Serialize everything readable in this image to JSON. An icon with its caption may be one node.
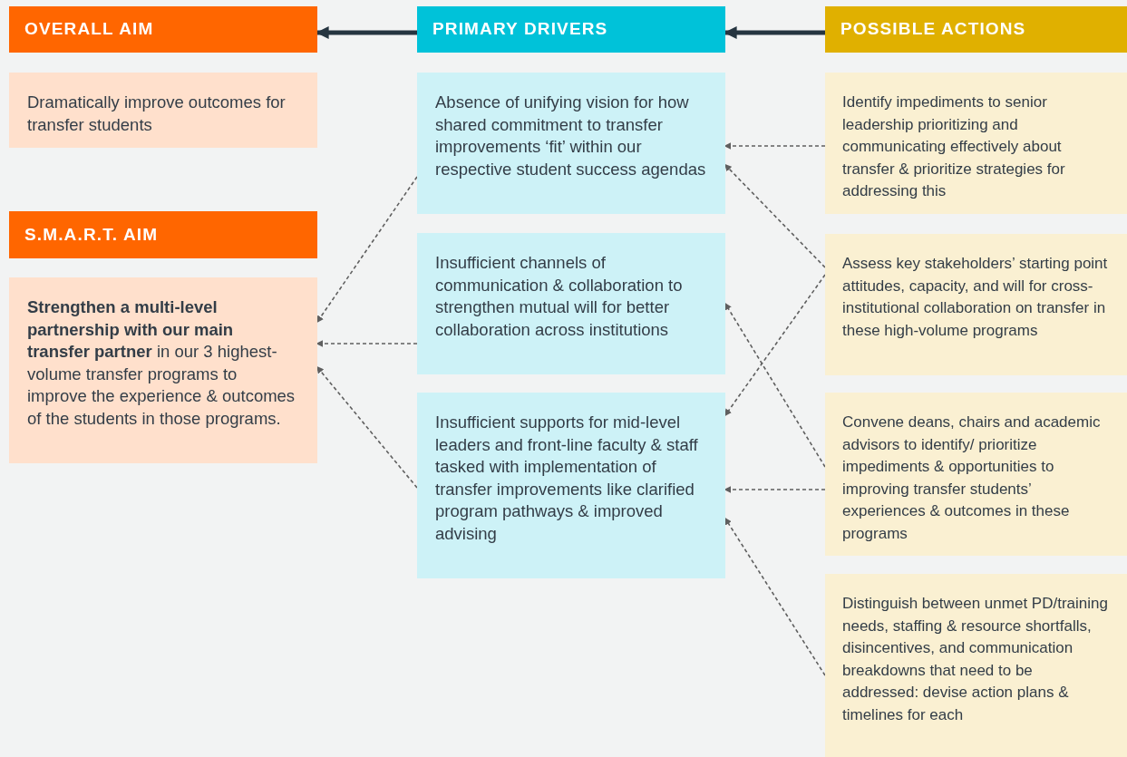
{
  "diagram": {
    "nodes": [
      {
        "text": [
          "OVERALL AIM"
        ]
      },
      {
        "text": [
          "PRIMARY DRIVERS"
        ]
      },
      {
        "text": [
          "POSSIBLE ACTIONS"
        ]
      },
      {
        "text": [
          "Dramatically improve outcomes for transfer students"
        ]
      },
      {
        "text": [
          "S.M.A.R.T. AIM"
        ]
      },
      {
        "text": [
          "**Strengthen a multi-level partnership with our main transfer partner** in our 3 highest-volume transfer programs to improve the experience & outcomes of the students in those programs."
        ]
      },
      {
        "text": [
          "Absence of unifying vision for how shared commitment to transfer improvements ‘fit’ within our respective student success agendas"
        ]
      },
      {
        "text": [
          "Insufficient channels of communication & collaboration to strengthen mutual will for better collaboration across institutions"
        ]
      },
      {
        "text": [
          "Insufficient supports for mid-level leaders and front-line faculty & staff tasked with implementation of transfer improvements like clarified program pathways & improved advising"
        ]
      },
      {
        "text": [
          "Identify impediments to senior leadership prioritizing and communicating effectively about transfer & prioritize strategies for addressing this"
        ]
      },
      {
        "text": [
          "Assess key stakeholders’ starting point attitudes, capacity, and will for cross-institutional collaboration on transfer in these high-volume programs"
        ]
      },
      {
        "text": [
          "Convene deans, chairs and academic advisors to identify/ prioritize impediments & opportunities to improving transfer students’ experiences & outcomes in these programs"
        ]
      },
      {
        "text": [
          "Distinguish between unmet PD/training needs, staffing & resource shortfalls, disincentives, and communication breakdowns that need to be addressed: devise action plans & timelines for each"
        ]
      }
    ],
    "edges": [
      {
        "from": 1,
        "to": 0,
        "arrow": "to",
        "style": "thick",
        "color": "#263540"
      },
      {
        "from": 2,
        "to": 1,
        "arrow": "to",
        "style": "thick",
        "color": "#263540"
      },
      {
        "from": 6,
        "to": 5,
        "arrow": "to",
        "style": "dashed"
      },
      {
        "from": 7,
        "to": 5,
        "arrow": "to",
        "style": "dashed"
      },
      {
        "from": 8,
        "to": 5,
        "arrow": "to",
        "style": "dashed"
      },
      {
        "from": 9,
        "to": 6,
        "arrow": "to",
        "style": "dashed"
      },
      {
        "from": 10,
        "to": 6,
        "arrow": "to",
        "style": "dashed"
      },
      {
        "from": 10,
        "to": 8,
        "arrow": "to",
        "style": "dashed"
      },
      {
        "from": 11,
        "to": 7,
        "arrow": "to",
        "style": "dashed"
      },
      {
        "from": 11,
        "to": 8,
        "arrow": "to",
        "style": "dashed"
      },
      {
        "from": 12,
        "to": 8,
        "arrow": "to",
        "style": "dashed"
      }
    ]
  }
}
